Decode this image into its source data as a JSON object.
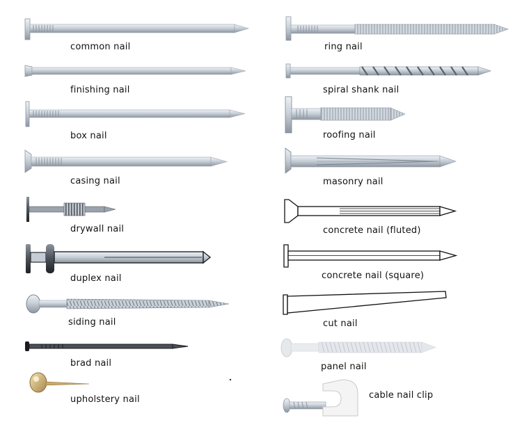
{
  "colors": {
    "steel_light": "#dde3ea",
    "steel_mid": "#aeb7c2",
    "steel_dark": "#6f7884",
    "outline": "#111111",
    "brass": "#c8a96a",
    "clip_white": "#f2f2f2",
    "label_text": "#111111"
  },
  "left_column": [
    {
      "label": "common nail",
      "icon": "common-nail-icon"
    },
    {
      "label": "finishing nail",
      "icon": "finishing-nail-icon"
    },
    {
      "label": "box nail",
      "icon": "box-nail-icon"
    },
    {
      "label": "casing nail",
      "icon": "casing-nail-icon"
    },
    {
      "label": "drywall nail",
      "icon": "drywall-nail-icon"
    },
    {
      "label": "duplex nail",
      "icon": "duplex-nail-icon"
    },
    {
      "label": "siding nail",
      "icon": "siding-nail-icon"
    },
    {
      "label": "brad nail",
      "icon": "brad-nail-icon"
    },
    {
      "label": "upholstery nail",
      "icon": "upholstery-nail-icon"
    }
  ],
  "right_column": [
    {
      "label": "ring nail",
      "icon": "ring-nail-icon"
    },
    {
      "label": "spiral shank nail",
      "icon": "spiral-shank-nail-icon"
    },
    {
      "label": "roofing nail",
      "icon": "roofing-nail-icon"
    },
    {
      "label": "masonry nail",
      "icon": "masonry-nail-icon"
    },
    {
      "label": "concrete nail (fluted)",
      "icon": "concrete-fluted-nail-icon"
    },
    {
      "label": "concrete nail (square)",
      "icon": "concrete-square-nail-icon"
    },
    {
      "label": "cut nail",
      "icon": "cut-nail-icon"
    },
    {
      "label": "panel nail",
      "icon": "panel-nail-icon"
    },
    {
      "label": "cable nail clip",
      "icon": "cable-nail-clip-icon"
    }
  ]
}
